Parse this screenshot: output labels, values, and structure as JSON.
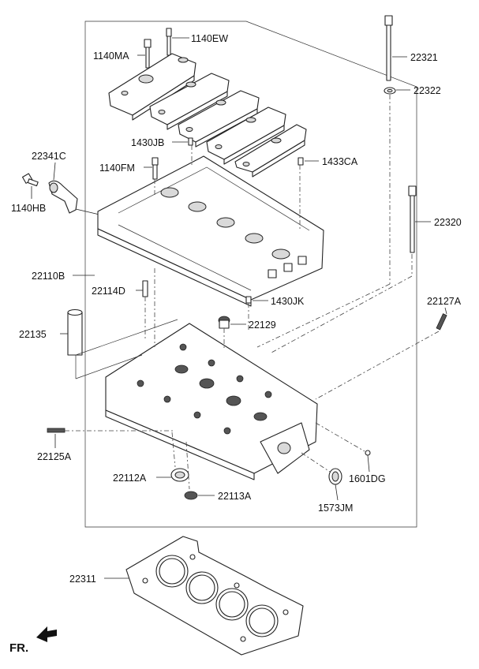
{
  "labels": {
    "p1140ew": "1140EW",
    "p1140ma": "1140MA",
    "p22321": "22321",
    "p22322": "22322",
    "p1430jb": "1430JB",
    "p22341c": "22341C",
    "p1433ca": "1433CA",
    "p1140fm": "1140FM",
    "p1140hb": "1140HB",
    "p22320": "22320",
    "p22110b": "22110B",
    "p22114d": "22114D",
    "p1430jk": "1430JK",
    "p22127a": "22127A",
    "p22129": "22129",
    "p22135": "22135",
    "p22125a": "22125A",
    "p22112a": "22112A",
    "p1601dg": "1601DG",
    "p22113a": "22113A",
    "p1573jm": "1573JM",
    "p22311": "22311"
  },
  "direction_label": "FR."
}
